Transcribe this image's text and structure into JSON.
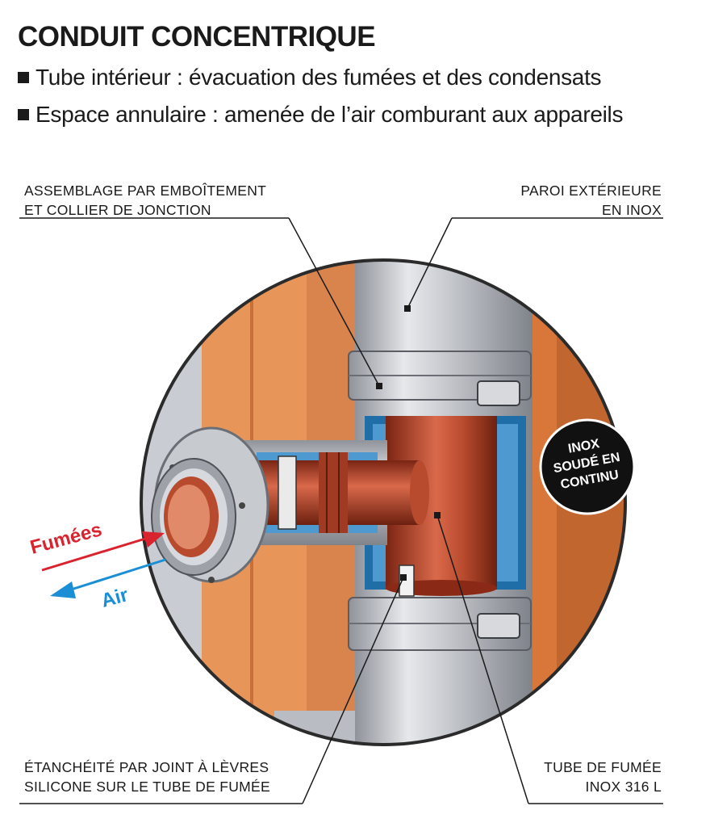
{
  "title": "CONDUIT CONCENTRIQUE",
  "bullets": [
    "Tube intérieur : évacuation des fumées et des condensats",
    "Espace annulaire : amenée de l’air comburant aux appareils"
  ],
  "labels": {
    "top_left": [
      "ASSEMBLAGE PAR EMBOÎTEMENT",
      "ET COLLIER DE JONCTION"
    ],
    "top_right": [
      "PAROI EXTÉRIEURE",
      "EN INOX"
    ],
    "bottom_left": [
      "ÉTANCHÉITÉ PAR JOINT À LÈVRES",
      "SILICONE SUR LE TUBE DE FUMÉE"
    ],
    "bottom_right": [
      "TUBE DE FUMÉE",
      "INOX 316 L"
    ]
  },
  "badge": [
    "INOX",
    "SOUDÉ EN",
    "CONTINU"
  ],
  "arrows": {
    "fumees": "Fumées",
    "air": "Air"
  },
  "colors": {
    "fumees": "#d9232e",
    "air": "#1a8fd6",
    "wall": "#e8955a",
    "steel": "#b9bcc2",
    "inner_tube": "#b84a2e"
  }
}
